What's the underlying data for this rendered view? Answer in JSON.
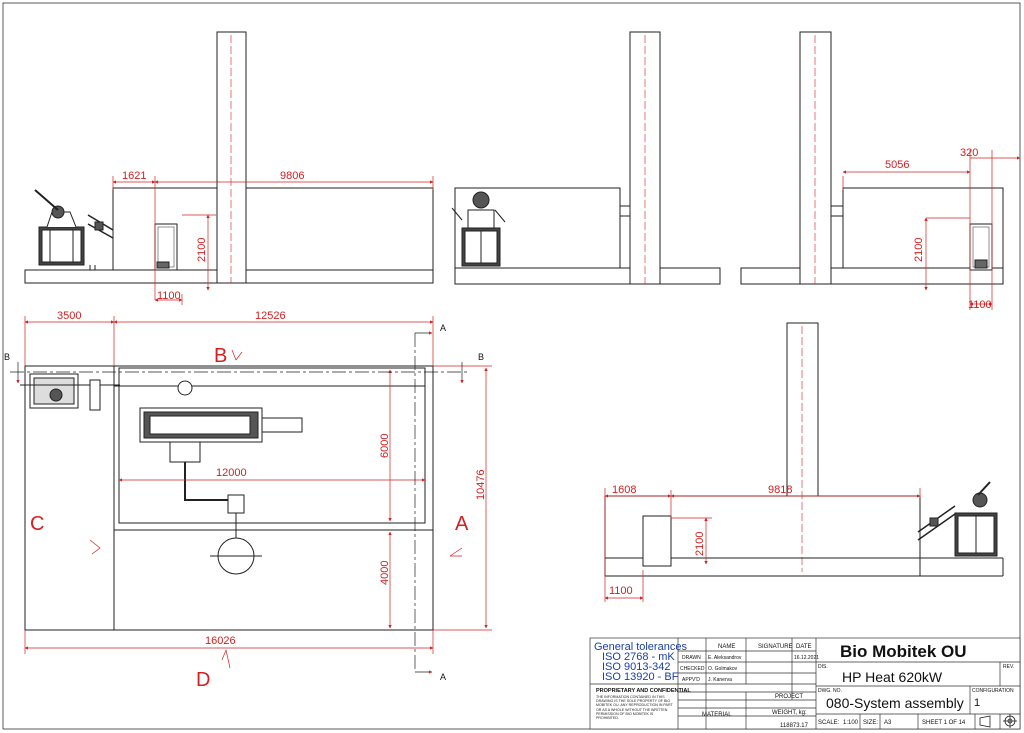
{
  "colors": {
    "dimension": "#d32020",
    "outline": "#222222",
    "tolerance_text": "#1a3fa8"
  },
  "views": {
    "elevation_1": {
      "dims": [
        "1621",
        "9806",
        "2100",
        "1100"
      ]
    },
    "elevation_2": {
      "dims": []
    },
    "elevation_3": {
      "dims": [
        "5056",
        "320",
        "2100",
        "1100"
      ]
    },
    "elevation_4": {
      "dims": [
        "1608",
        "9818",
        "2100",
        "1100"
      ]
    },
    "plan": {
      "dims": [
        "3500",
        "12526",
        "6000",
        "10476",
        "12000",
        "4000",
        "16026"
      ],
      "section_letters": {
        "A_left": "A",
        "A_top": "A",
        "A_bottom": "A",
        "B_left": "B",
        "B_right": "B",
        "B_top": "B"
      },
      "view_letters": {
        "A": "A",
        "B": "B",
        "C": "C",
        "D": "D"
      }
    }
  },
  "title_block": {
    "tolerances": {
      "title": "General tolerances",
      "lines": [
        "ISO 2768 - mK",
        "ISO 9013-342",
        "ISO 13920 - BF"
      ]
    },
    "proprietary": {
      "title": "PROPRIETARY AND CONFIDENTIAL",
      "text": "THE INFORMATION CONTAINED IN THIS DRAWING IS THE SOLE PROPERTY OF BIO MOBITEK OU. ANY REPRODUCTION IN PART OR AS A WHOLE WITHOUT THE WRITTEN PERMISSION OF BIO MOBITEK IS PROHIBITED."
    },
    "headers": {
      "name": "NAME",
      "signature": "SIGNATURE",
      "date": "DATE"
    },
    "rows": [
      {
        "role": "DRAWN",
        "name": "E. Aleksandrov",
        "date": "16.12.2021"
      },
      {
        "role": "CHECKED",
        "name": "O. Golmakov",
        "date": ""
      },
      {
        "role": "APPV'D",
        "name": "J. Kanerva",
        "date": ""
      }
    ],
    "project_label": "PROJECT",
    "material_label": "MATERIAL",
    "weight_label": "WEIGHT, kg:",
    "weight_value": "118873.17",
    "company": "Bio Mobitek OU",
    "dis_label": "DIS.",
    "rev_label": "REV.",
    "title": "HP Heat 620kW",
    "dwg_label": "DWG. NO.",
    "dwg_no": "080-System assembly",
    "config_label": "CONFIGURATION",
    "config_value": "1",
    "scale_label": "SCALE:",
    "scale_value": "1:100",
    "size_label": "SIZE:",
    "size_value": "A3",
    "sheet_label": "SHEET 1 OF 14"
  }
}
